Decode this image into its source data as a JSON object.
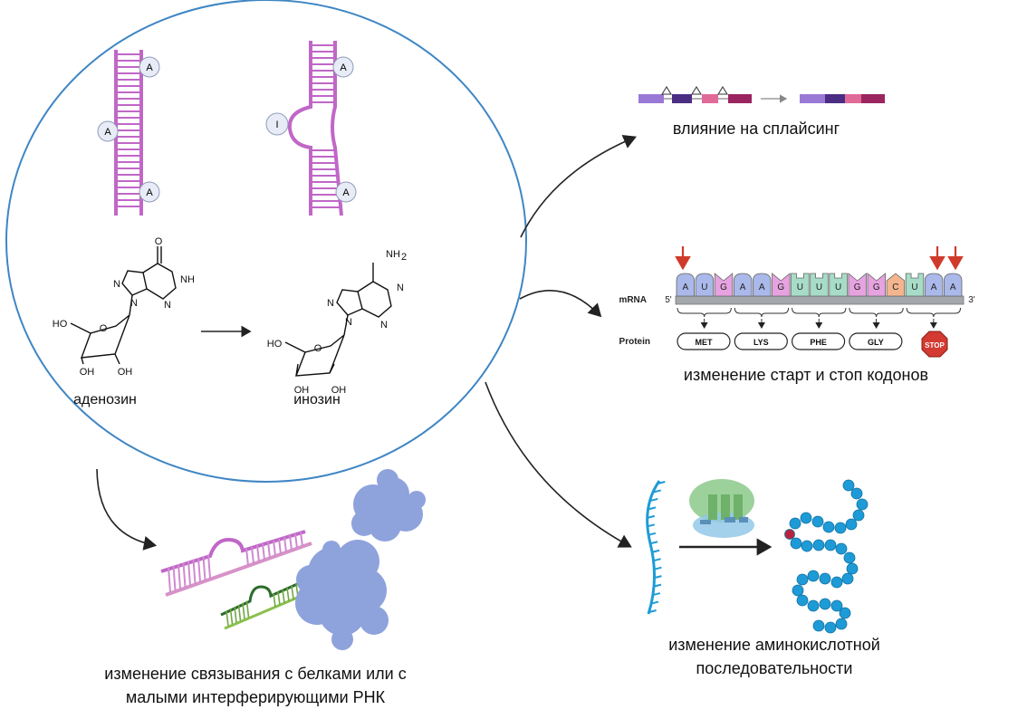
{
  "base_labels": {
    "adenosine_base": "A",
    "inosine_base": "I"
  },
  "molecules": {
    "adenosine_name": "аденозин",
    "inosine_name": "инозин",
    "ho": "HO",
    "oh": "OH",
    "o": "O",
    "n": "N",
    "nh": "NH",
    "nh2_n": "NH",
    "nh2_sub": "2",
    "carbonyl_o": "O"
  },
  "effects": {
    "splicing": "влияние на сплайсинг",
    "codons": "изменение старт и стоп кодонов",
    "aminoacid_line1": "изменение аминокислотной",
    "aminoacid_line2": "последовательности",
    "binding_line1": "изменение связывания с белками или с",
    "binding_line2": "малыми интерферирующими РНК"
  },
  "translation": {
    "mrna_label": "mRNA",
    "five_prime": "5'",
    "three_prime": "3'",
    "protein_label": "Protein",
    "codons": [
      "A",
      "U",
      "G",
      "A",
      "A",
      "G",
      "U",
      "U",
      "U",
      "G",
      "G",
      "C",
      "U",
      "A",
      "A"
    ],
    "codon_colors": [
      "#aab8ea",
      "#aab8ea",
      "#e6a3e0",
      "#aab8ea",
      "#aab8ea",
      "#e6a3e0",
      "#a7ddc8",
      "#a7ddc8",
      "#a7ddc8",
      "#e6a3e0",
      "#e6a3e0",
      "#f3b58e",
      "#a7ddc8",
      "#aab8ea",
      "#aab8ea"
    ],
    "amino_acids": [
      "MET",
      "LYS",
      "PHE",
      "GLY"
    ],
    "stop": "STOP"
  },
  "colors": {
    "circle_stroke": "#3f86c4",
    "rna_strand": "#c067c7",
    "arrow": "#222222",
    "edit_arrow": "#d03a2b",
    "protein_blob": "#8ea2dc",
    "peptide_bead": "#1e9bd7",
    "edited_bead": "#b8243d"
  }
}
